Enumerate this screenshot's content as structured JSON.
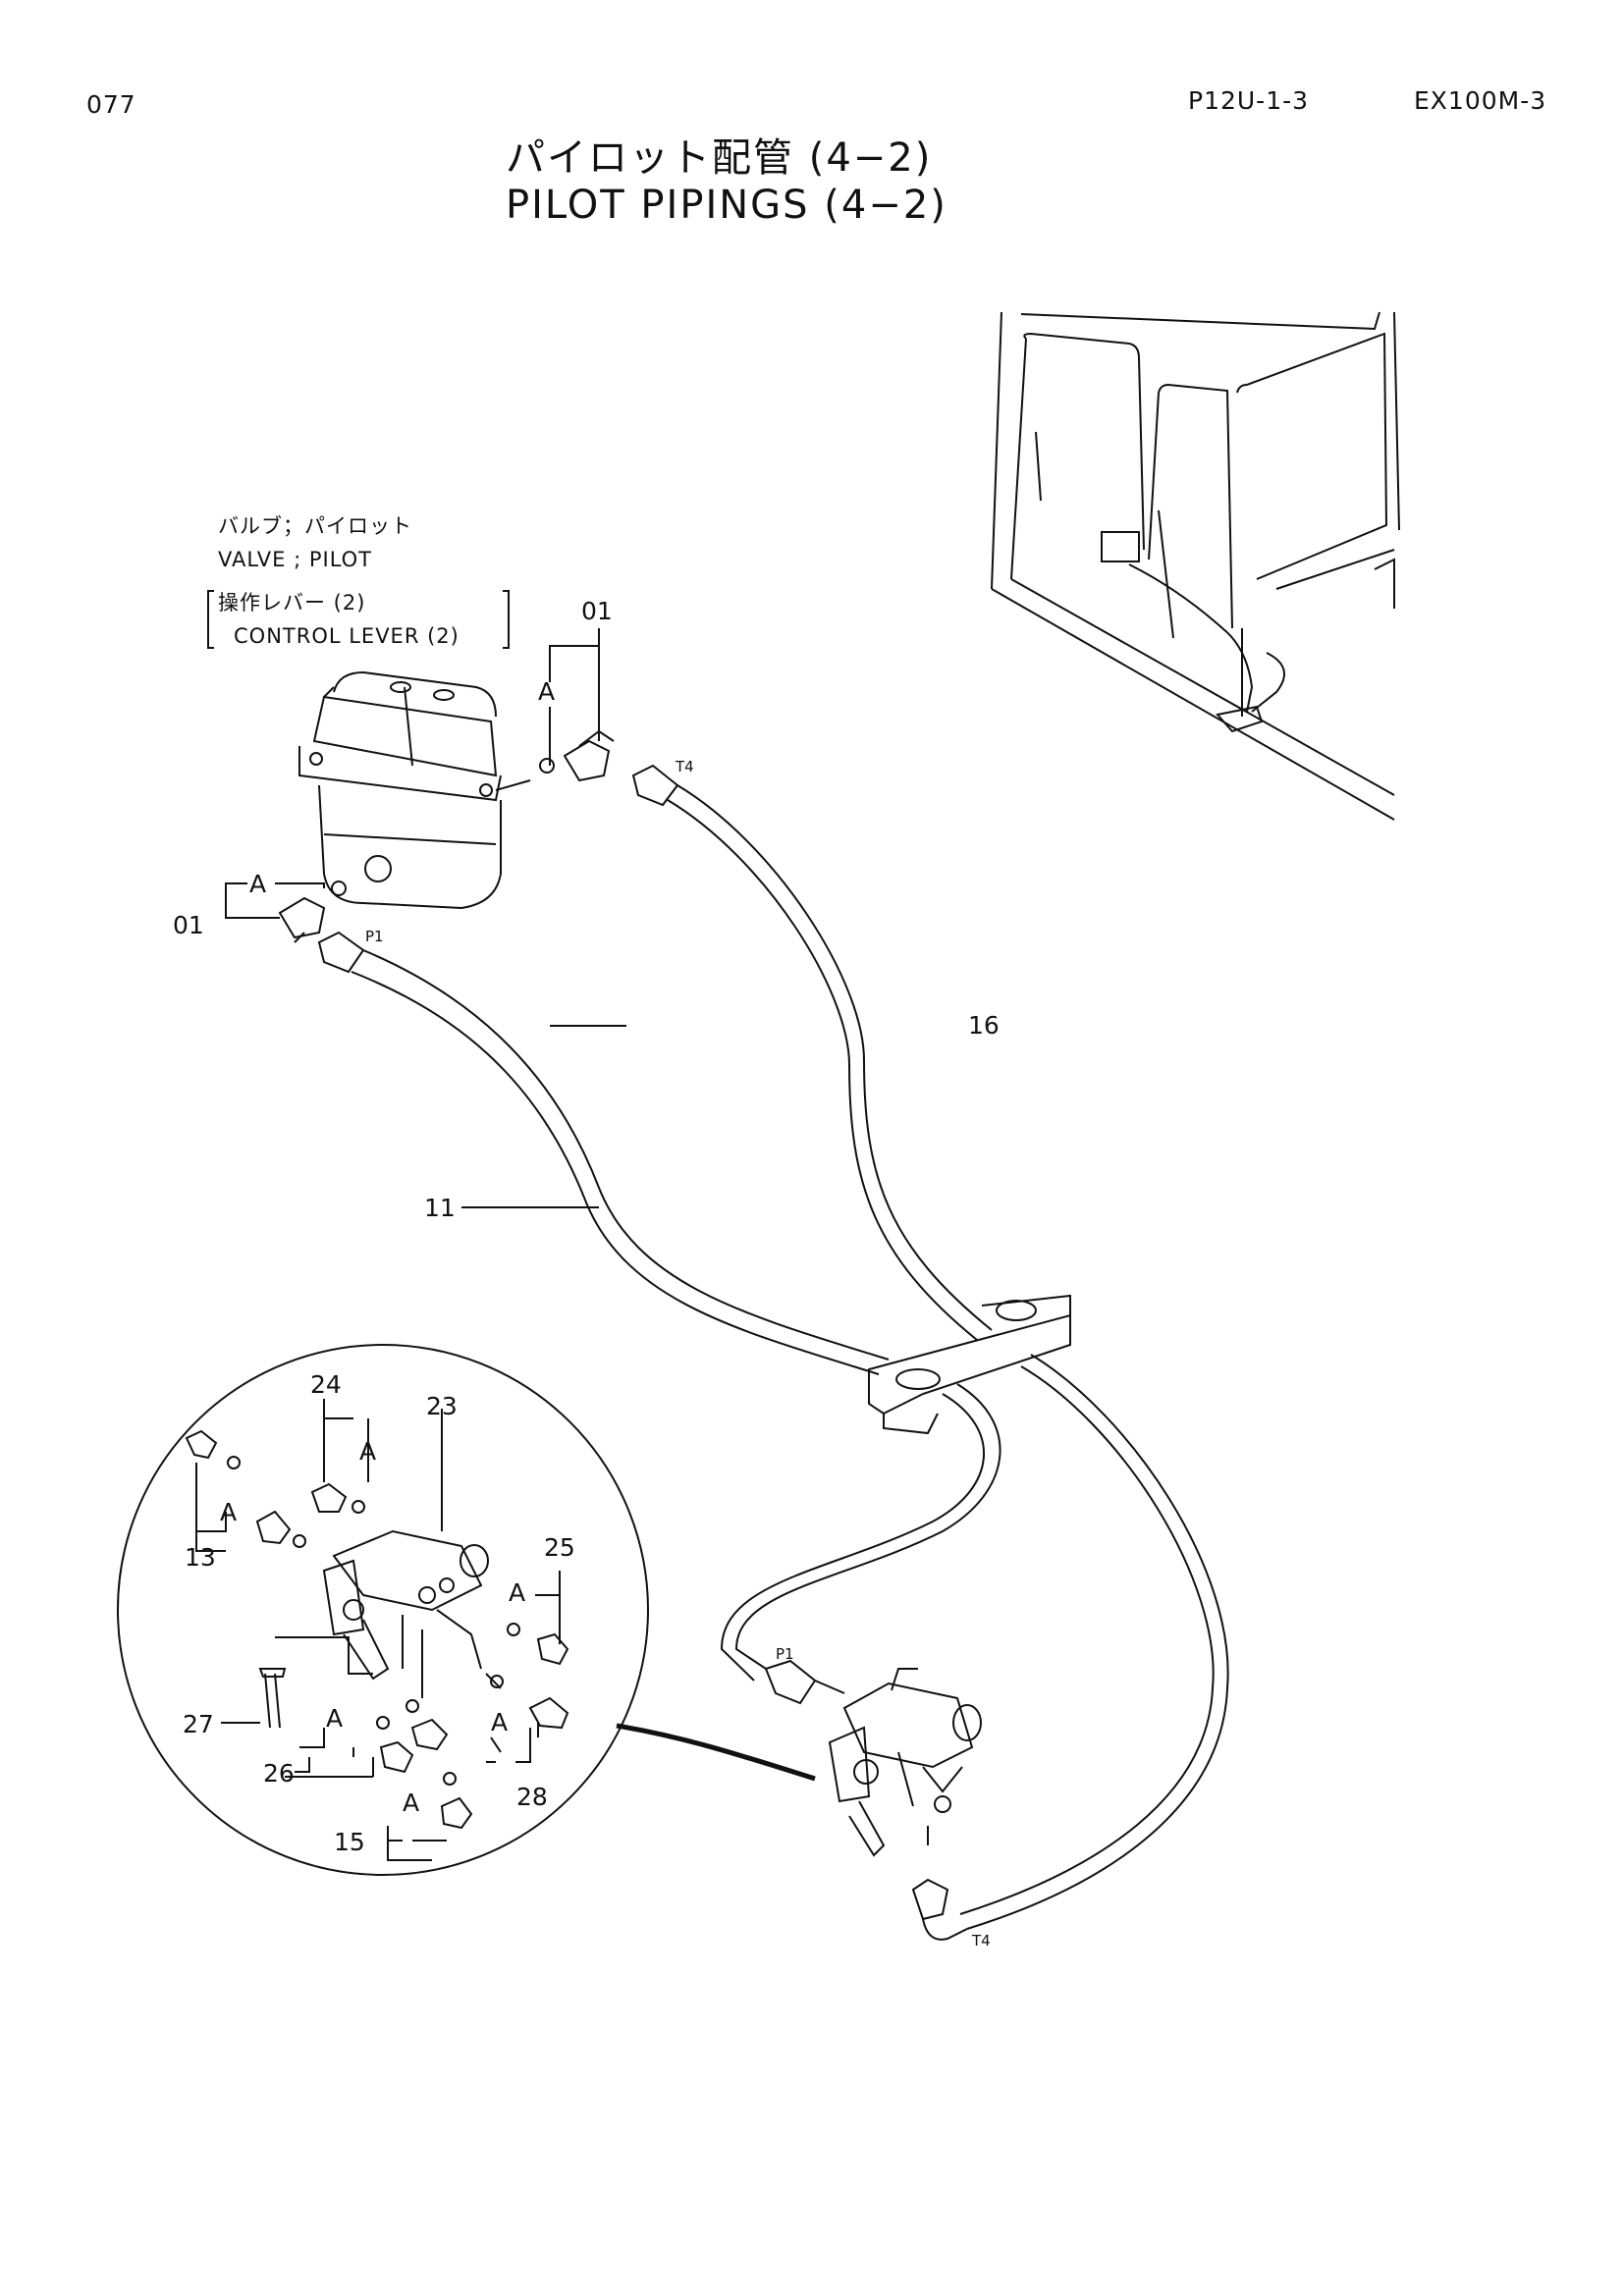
{
  "header": {
    "page_number": "077",
    "section_code": "P12U-1-3",
    "model": "EX100M-3"
  },
  "title": {
    "japanese": "パイロット配管 (4−2)",
    "english": "PILOT PIPINGS (4−2)"
  },
  "component_label": {
    "line1": "バルブ；パイロット",
    "line2": "VALVE ; PILOT",
    "line3": "操作レバー (2)",
    "line4": "CONTROL LEVER (2)"
  },
  "callouts": {
    "part_01_top": "01",
    "part_01_left": "01",
    "part_16": "16",
    "part_11": "11",
    "part_24": "24",
    "part_23": "23",
    "part_13": "13",
    "part_25": "25",
    "part_27": "27",
    "part_26": "26",
    "part_28": "28",
    "part_15": "15"
  },
  "port_labels": {
    "t4_top": "T4",
    "p1_top": "P1",
    "p1_bottom": "P1",
    "t4_bottom": "T4"
  },
  "group_marks": {
    "a_top": "A",
    "a_left": "A",
    "a_24": "A",
    "a_13": "A",
    "a_25": "A",
    "a_26": "A",
    "a_28": "A",
    "a_15": "A"
  }
}
